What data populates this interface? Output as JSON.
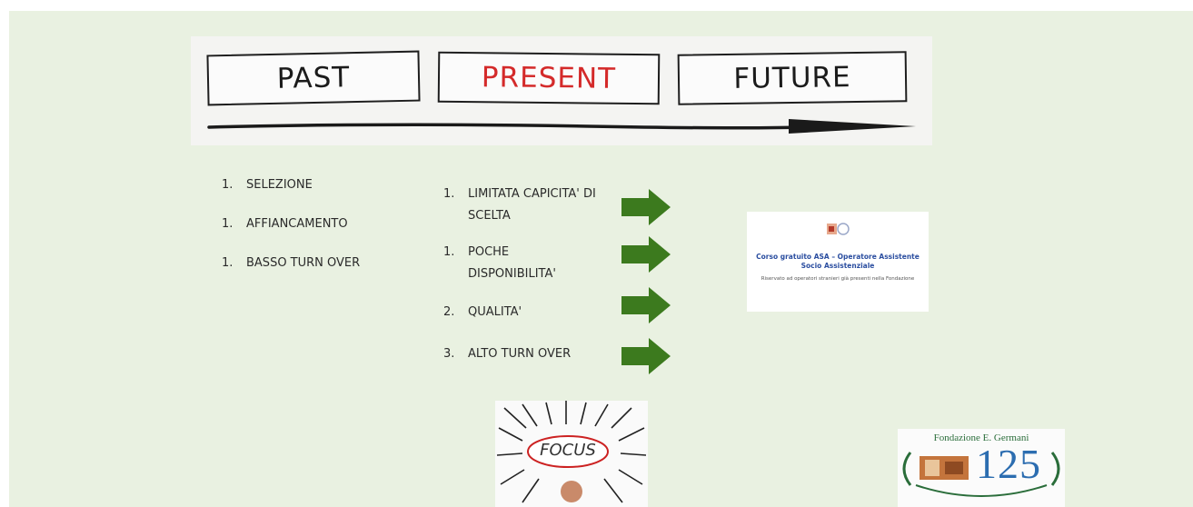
{
  "timeline": {
    "past": "PAST",
    "present": "PRESENT",
    "future": "FUTURE"
  },
  "past_list": [
    {
      "num": "1.",
      "text": "SELEZIONE"
    },
    {
      "num": "1.",
      "text": "AFFIANCAMENTO"
    },
    {
      "num": "1.",
      "text": "BASSO TURN OVER"
    }
  ],
  "present_list": [
    {
      "num": "1.",
      "text": "LIMITATA CAPICITA' DI SCELTA"
    },
    {
      "num": "1.",
      "text": "POCHE DISPONIBILITA'"
    },
    {
      "num": "2.",
      "text": "QUALITA'"
    },
    {
      "num": "3.",
      "text": "ALTO TURN OVER"
    }
  ],
  "course_card": {
    "title": "Corso gratuito ASA – Operatore Assistente Socio Assistenziale",
    "subtitle": "Riservato ad operatori stranieri già presenti nella Fondazione"
  },
  "focus_label": "FOCUS",
  "foundation": {
    "name": "Fondazione E. Germani",
    "number": "125"
  },
  "colors": {
    "slide_bg": "#e9f1e1",
    "arrow_green": "#3c7a1e",
    "present_red": "#d42a2a",
    "card_title_blue": "#2b4ea0"
  },
  "icons": [
    "right-arrow-icon",
    "right-arrow-icon",
    "right-arrow-icon",
    "right-arrow-icon"
  ]
}
